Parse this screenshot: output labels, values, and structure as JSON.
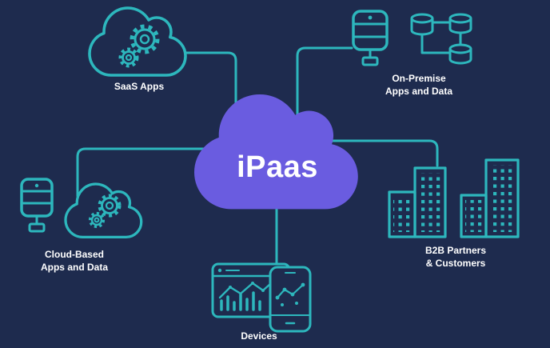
{
  "diagram_title": "iPaas",
  "colors": {
    "background": "#1e2b4e",
    "accent": "#2db7bd",
    "cloud": "#6a5ce0",
    "text": "#ffffff"
  },
  "center": {
    "label": "iPaas",
    "icon": "cloud-icon"
  },
  "nodes": {
    "saas": {
      "label": "SaaS Apps",
      "icon": "cloud-gears-icon",
      "position": "top-left"
    },
    "on_premise": {
      "label_line1": "On-Premise",
      "label_line2": "Apps and Data",
      "icons": [
        "server-icon",
        "database-network-icon"
      ],
      "position": "top-right"
    },
    "cloud_based": {
      "label_line1": "Cloud-Based",
      "label_line2": "Apps and Data",
      "icons": [
        "server-icon",
        "cloud-gears-icon"
      ],
      "position": "left"
    },
    "b2b": {
      "label_line1": "B2B Partners",
      "label_line2": "& Customers",
      "icon": "buildings-icon",
      "position": "right"
    },
    "devices": {
      "label": "Devices",
      "icons": [
        "browser-chart-icon",
        "phone-chart-icon"
      ],
      "position": "bottom"
    }
  },
  "connections": [
    "saas - iPaas",
    "on_premise - iPaas",
    "cloud_based - iPaas",
    "b2b - iPaas",
    "devices - iPaas"
  ]
}
